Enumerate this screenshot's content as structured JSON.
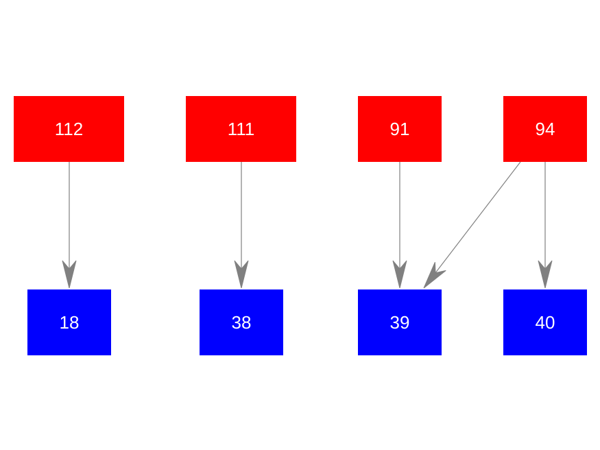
{
  "colors": {
    "source_fill": "#ff0000",
    "target_fill": "#0000ff",
    "label_color": "#ffffff",
    "edge_color": "#808080"
  },
  "nodes": [
    {
      "id": "n112",
      "label": "112",
      "group": "source"
    },
    {
      "id": "n111",
      "label": "111",
      "group": "source"
    },
    {
      "id": "n91",
      "label": "91",
      "group": "source"
    },
    {
      "id": "n94",
      "label": "94",
      "group": "source"
    },
    {
      "id": "n18",
      "label": "18",
      "group": "target"
    },
    {
      "id": "n38",
      "label": "38",
      "group": "target"
    },
    {
      "id": "n39",
      "label": "39",
      "group": "target"
    },
    {
      "id": "n40",
      "label": "40",
      "group": "target"
    }
  ],
  "edges": [
    {
      "from": "n112",
      "to": "n18"
    },
    {
      "from": "n111",
      "to": "n38"
    },
    {
      "from": "n91",
      "to": "n39"
    },
    {
      "from": "n94",
      "to": "n39"
    },
    {
      "from": "n94",
      "to": "n40"
    }
  ]
}
